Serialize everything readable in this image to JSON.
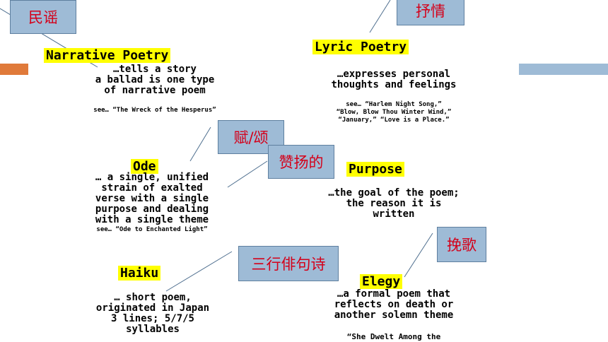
{
  "sections": {
    "narrative": {
      "heading": "Narrative Poetry",
      "lines": [
        "…tells a story",
        "a ballad is one type",
        "of narrative poem"
      ],
      "see": "see… “The Wreck of the Hesperus”"
    },
    "lyric": {
      "heading": "Lyric Poetry",
      "lines": [
        "…expresses personal",
        "thoughts and feelings"
      ],
      "see": [
        "see…   “Harlem Night Song,”",
        "“Blow, Blow Thou Winter Wind,”",
        "“January,”  “Love is a Place.”"
      ]
    },
    "ode": {
      "heading": "Ode",
      "lines": [
        "… a single, unified",
        "strain of exalted",
        "verse with a single",
        "purpose and dealing",
        "with a single theme"
      ],
      "see": "see… “Ode to Enchanted Light”"
    },
    "purpose": {
      "heading": "Purpose",
      "lines": [
        "…the goal of the poem;",
        "the reason it is",
        "written"
      ]
    },
    "haiku": {
      "heading": "Haiku",
      "lines": [
        "… short poem,",
        "originated in Japan",
        "3 lines; 5/7/5",
        "syllables"
      ]
    },
    "elegy": {
      "heading": "Elegy",
      "lines": [
        "…a formal poem that",
        "reflects on death or",
        "another solemn theme"
      ],
      "see": "“She Dwelt Among the"
    }
  },
  "callouts": {
    "minyao": "民谣",
    "shuqing": "抒情",
    "fusong": "赋/颂",
    "zanyang": "赞扬的",
    "wange": "挽歌",
    "haiku": "三行俳句诗"
  },
  "colors": {
    "highlight": "#ffff00",
    "callout_fill": "#9ebbd6",
    "callout_text": "#d4001a",
    "orange_bar": "#e07a3a",
    "blue_bar": "#9ebbd6"
  }
}
